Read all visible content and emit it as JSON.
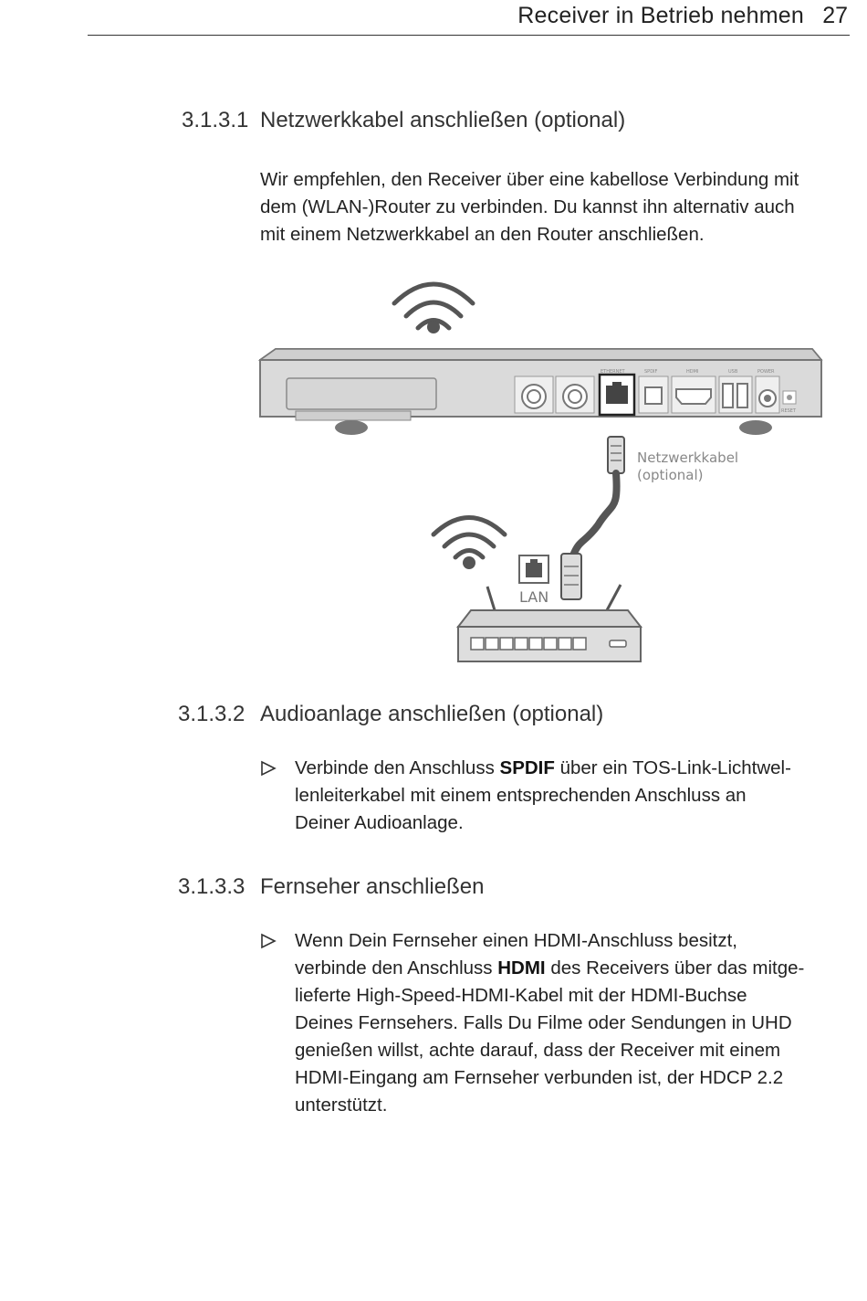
{
  "header": {
    "title": "Receiver in Betrieb nehmen",
    "page_number": "27"
  },
  "sections": [
    {
      "number": "3.1.3.1",
      "title": "Netzwerkkabel anschließen (optional)",
      "paragraph_lines": [
        "Wir empfehlen, den Receiver über eine kabellose Verbindung mit",
        "dem (WLAN-)Router zu verbinden. Du kannst ihn alternativ auch",
        "mit einem Netzwerkkabel an den Router anschließen."
      ]
    },
    {
      "number": "3.1.3.2",
      "title": "Audioanlage anschließen (optional)",
      "bullet": {
        "before": "Verbinde den Anschluss ",
        "bold": "SPDIF",
        "after": " über ein TOS-Link-Lichtwel-\nlenleiterkabel mit einem entsprechenden Anschluss an\nDeiner Audioanlage."
      }
    },
    {
      "number": "3.1.3.3",
      "title": "Fernseher anschließen",
      "bullet": {
        "before": "Wenn Dein Fernseher einen HDMI-Anschluss besitzt,\nverbinde den Anschluss ",
        "bold": "HDMI",
        "after": " des Receivers über das mitge-\nlieferte High-Speed-HDMI-Kabel mit der HDMI-Buchse\nDeines Fernsehers. Falls Du Filme oder Sendungen in UHD\ngenießen willst, achte darauf, dass der Receiver mit einem\nHDMI-Eingang am Fernseher verbunden ist, der HDCP 2.2\nunterstützt."
      }
    }
  ],
  "diagram": {
    "cable_label_line1": "Netzwerkkabel",
    "cable_label_line2": "(optional)",
    "router_port_label": "LAN",
    "receiver_port_labels": [
      "ETHERNET",
      "SPDIF",
      "HDMI",
      "USB",
      "POWER",
      "RESET"
    ]
  },
  "icons": {
    "bullet": "triangle-right-outline-icon",
    "wifi": "wifi-icon",
    "ethernet": "ethernet-port-icon"
  }
}
